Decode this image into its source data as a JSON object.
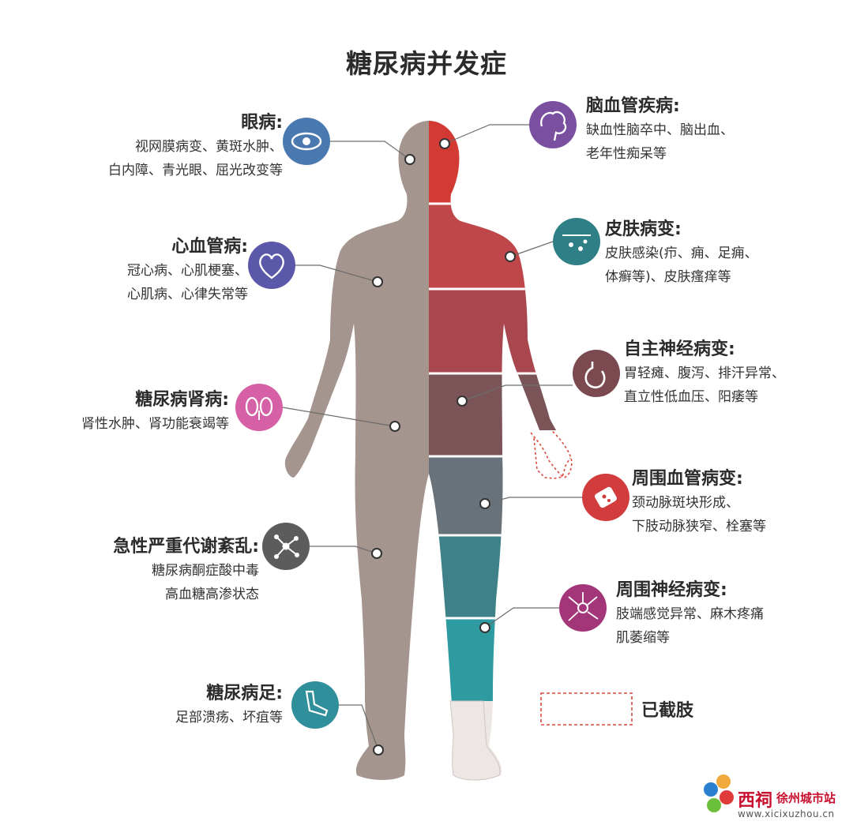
{
  "title": "糖尿病并发症",
  "complications": {
    "eye": {
      "title": "眼病:",
      "lines": [
        "视网膜病变、黄斑水肿、",
        "白内障、青光眼、屈光改变等"
      ],
      "icon": "eye-icon",
      "color": "#4a79b0"
    },
    "cardio": {
      "title": "心血管病:",
      "lines": [
        "冠心病、心肌梗塞、",
        "心肌病、心律失常等"
      ],
      "icon": "heart-icon",
      "color": "#5a58a8"
    },
    "kidney": {
      "title": "糖尿病肾病:",
      "lines": [
        "肾性水肿、肾功能衰竭等"
      ],
      "icon": "kidney-icon",
      "color": "#d660a5"
    },
    "acute": {
      "title": "急性严重代谢紊乱:",
      "lines": [
        "糖尿病酮症酸中毒",
        "高血糖高渗状态"
      ],
      "icon": "molecule-icon",
      "color": "#5c5c5c"
    },
    "foot": {
      "title": "糖尿病足:",
      "lines": [
        "足部溃疡、坏疽等"
      ],
      "icon": "foot-icon",
      "color": "#2f8f9a"
    },
    "brain": {
      "title": "脑血管疾病:",
      "lines": [
        "缺血性脑卒中、脑出血、",
        "老年性痴呆等"
      ],
      "icon": "brain-icon",
      "color": "#7a4fa0"
    },
    "skin": {
      "title": "皮肤病变:",
      "lines": [
        "皮肤感染(疖、痈、足痈、",
        "体癣等)、皮肤瘙痒等"
      ],
      "icon": "skin-icon",
      "color": "#2f7f86"
    },
    "autonomic": {
      "title": "自主神经病变:",
      "lines": [
        "胃轻瘫、腹泻、排汗异常、",
        "直立性低血压、阳痿等"
      ],
      "icon": "stomach-icon",
      "color": "#7a4a50"
    },
    "vascular": {
      "title": "周围血管病变:",
      "lines": [
        "颈动脉斑块形成、",
        "下肢动脉狭窄、栓塞等"
      ],
      "icon": "blood-vessel-icon",
      "color": "#d23c3c"
    },
    "neuro": {
      "title": "周围神经病变:",
      "lines": [
        "肢端感觉异常、麻木疼痛",
        "肌萎缩等"
      ],
      "icon": "neuron-icon",
      "color": "#a33579"
    }
  },
  "legend": {
    "label": "已截肢"
  },
  "watermark": {
    "name": "西祠",
    "site": "徐州城市站",
    "url": "www.xicixuzhou.cn"
  }
}
